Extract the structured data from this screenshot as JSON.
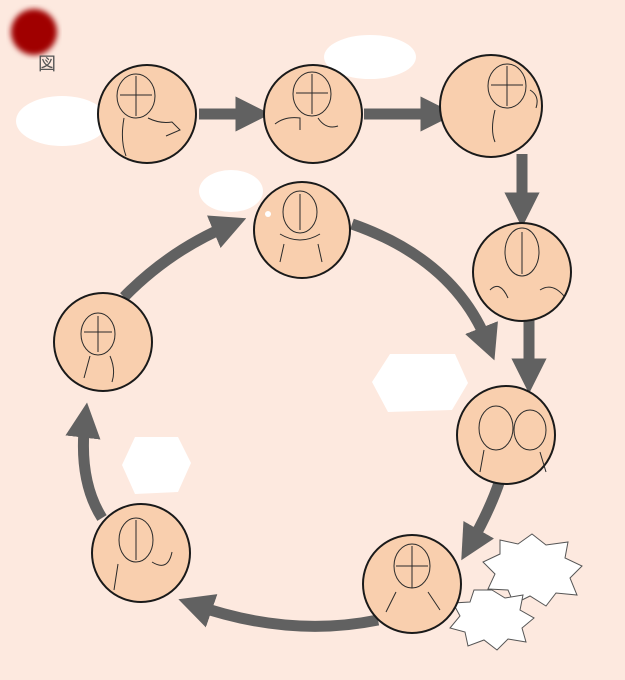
{
  "corner_glyph": "図",
  "colors": {
    "background": "#fde9df",
    "panel_fill": "#f9cfae",
    "panel_stroke": "#1a1a1a",
    "arrow": "#616161",
    "bubble": "#ffffff",
    "red_dot": "#a00000"
  },
  "flow": {
    "top_row": [
      "panel-1",
      "panel-2",
      "panel-3"
    ],
    "descent": [
      "panel-3",
      "panel-4",
      "panel-5"
    ],
    "cycle": [
      "panel-top",
      "panel-5",
      "panel-6",
      "panel-7",
      "panel-left",
      "panel-top"
    ]
  },
  "icons": [
    "sketch-figure-icon",
    "flow-arrow-icon",
    "speech-bubble-icon",
    "spiky-burst-icon",
    "red-dot-icon"
  ]
}
